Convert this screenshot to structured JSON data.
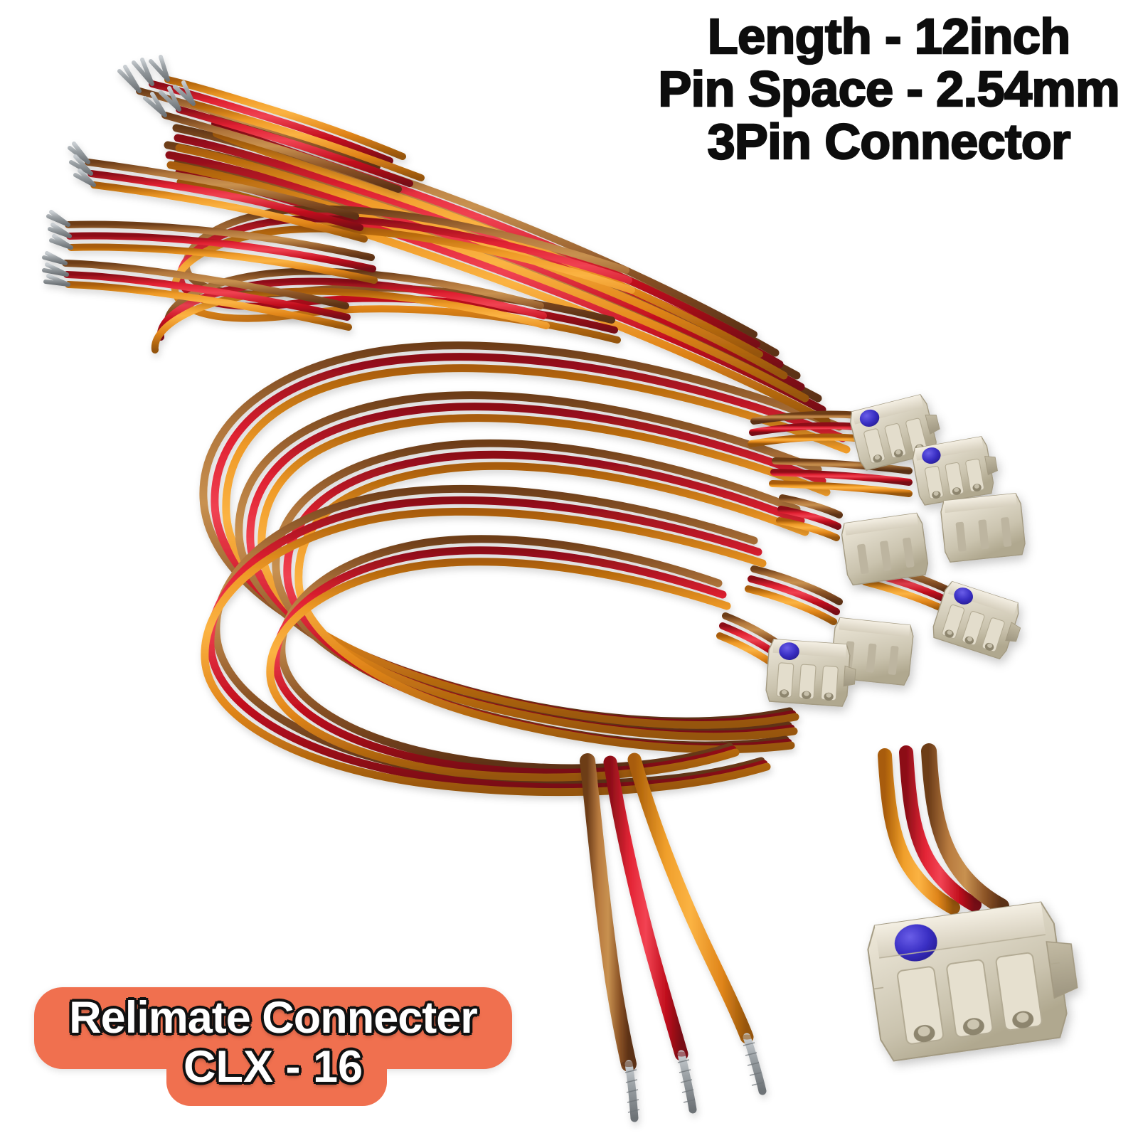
{
  "background_color": "#ffffff",
  "header": {
    "lines": [
      "Length - 12inch",
      "Pin Space - 2.54mm",
      "3Pin Connector"
    ],
    "text_color": "#0d0d0d",
    "align": "center"
  },
  "badge": {
    "line1": "Relimate Connecter",
    "line2": "CLX - 16",
    "background_color": "#f0704f",
    "text_color": "#ffffff",
    "outline_color": "#111111"
  },
  "product": {
    "name": "Relimate Connecter CLX - 16",
    "cable_length": "12inch",
    "pin_pitch": "2.54mm",
    "pin_count": "3Pin Connector",
    "connector_housing_color": "#d9d3c2",
    "connector_mark_color": "#3a2fc4",
    "wire_colors": {
      "brown": "#a5682f",
      "red": "#d8182c",
      "orange": "#ea8f21"
    },
    "conductor_color": "#9aa0a4"
  },
  "scene": {
    "coil_label": "coiled 3-wire ribbon cable bundle",
    "stripped_ends_label": "tinned stranded wire ends",
    "connector_cluster_label": "cluster of 3-pin relimate housings",
    "detail_wires_label": "close-up of three stripped wires",
    "detail_connector_label": "close-up of 3-pin connector housing"
  }
}
